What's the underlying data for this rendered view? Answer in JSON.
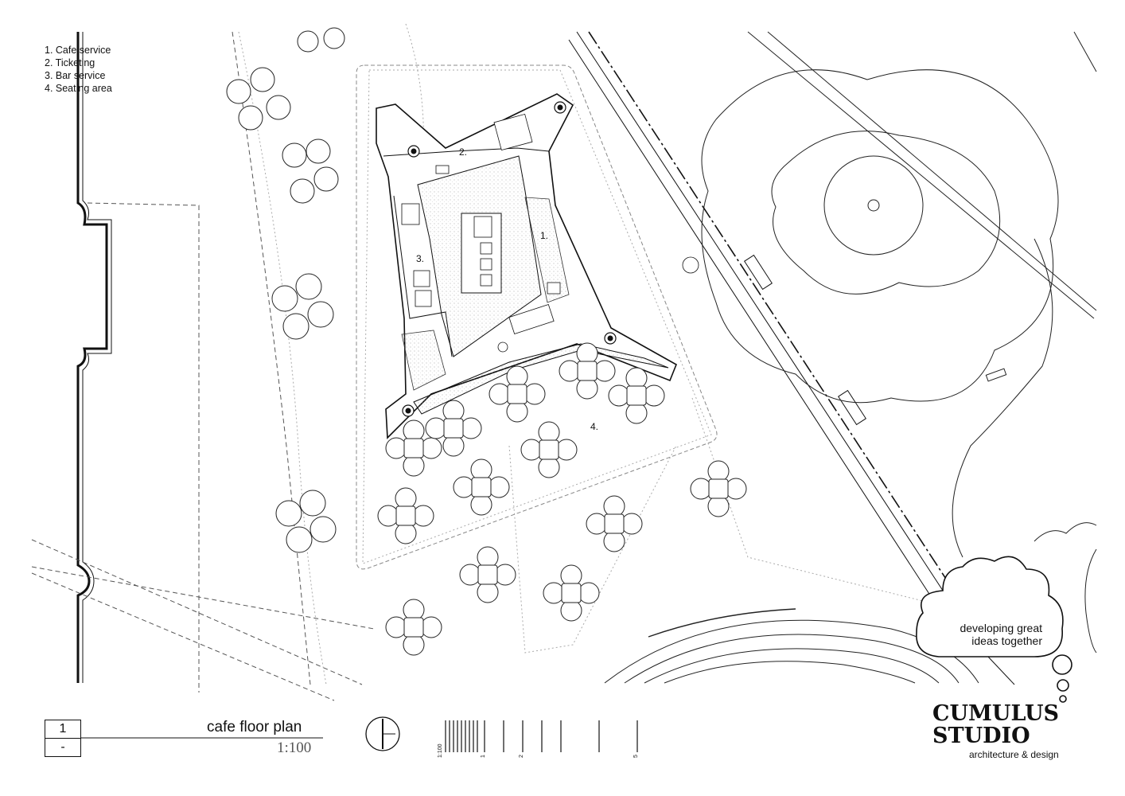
{
  "legend": {
    "items": [
      "1. Cafe service",
      "2. Ticketing",
      "3. Bar service",
      "4. Seating area"
    ]
  },
  "room_labels": {
    "cafe_service": "1.",
    "ticketing": "2.",
    "bar_service": "3.",
    "seating_area": "4."
  },
  "title_block": {
    "drawing_number": "1",
    "revision": "-",
    "title": "cafe floor plan",
    "scale": "1:100"
  },
  "scale_bar": {
    "ratio": "1:100",
    "marks": [
      "1",
      "2",
      "5"
    ]
  },
  "brand": {
    "tagline_line1": "developing great",
    "tagline_line2": "ideas together",
    "name_line1": "CUMULUS",
    "name_line2": "STUDIO",
    "subtitle": "architecture & design"
  },
  "icons": {
    "north": "north-arrow-icon",
    "cloud": "cloud-icon"
  },
  "colors": {
    "ink": "#111111",
    "hatch": "#9a9a9a"
  }
}
